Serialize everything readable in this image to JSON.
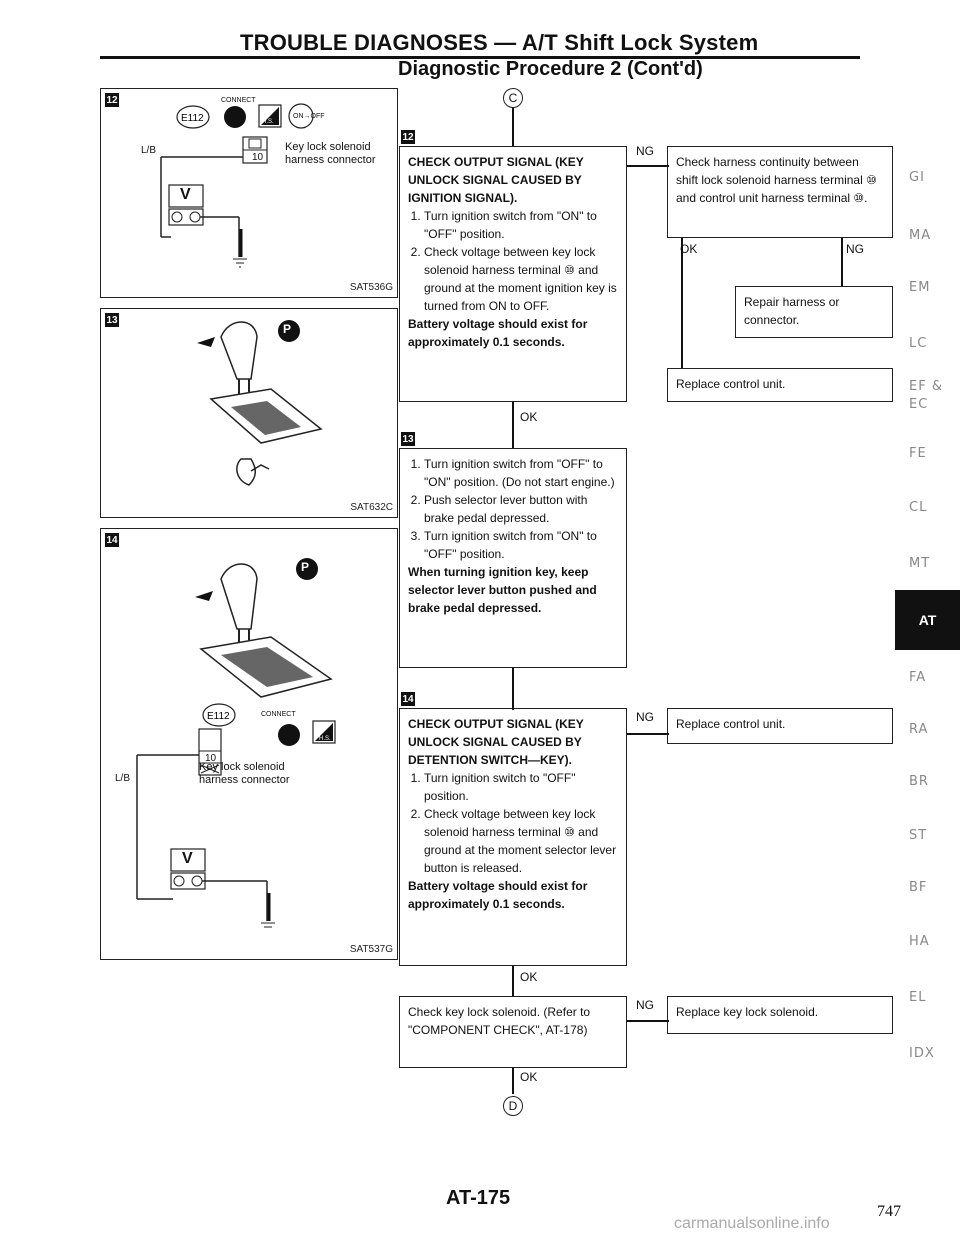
{
  "header": {
    "title": "TROUBLE DIAGNOSES — A/T Shift Lock System",
    "subtitle": "Diagnostic Procedure 2 (Cont'd)"
  },
  "panels": [
    {
      "tag": "12",
      "code": "SAT536G",
      "connect": "CONNECT",
      "connector_id": "E112",
      "wire": "L/B",
      "pin": "10",
      "connector_label": "Key lock solenoid harness connector",
      "meter": "V",
      "ignition": "ON→OFF",
      "hs": "H.S."
    },
    {
      "tag": "13",
      "code": "SAT632C",
      "badge": "P"
    },
    {
      "tag": "14",
      "code": "SAT537G",
      "badge": "P",
      "connect": "CONNECT",
      "connector_id": "E112",
      "wire": "L/B",
      "pin": "10",
      "connector_label": "Key lock solenoid harness connector",
      "meter": "V",
      "hs": "H.S."
    }
  ],
  "flow": {
    "start_marker": "C",
    "end_marker": "D",
    "step12": {
      "tag": "12",
      "heading": "CHECK OUTPUT SIGNAL (KEY UNLOCK SIGNAL CAUSED BY IGNITION SIGNAL).",
      "items": [
        "Turn ignition switch from \"ON\" to \"OFF\" position.",
        "Check voltage between key lock solenoid harness terminal ⑩ and ground at the moment ignition key is turned from ON to OFF."
      ],
      "bold": "Battery voltage should exist for approximately 0.1 seconds."
    },
    "ng1_box": "Check harness continuity between shift lock solenoid harness terminal ⑩ and control unit harness terminal ⑩.",
    "ng1_ok": "OK",
    "ng1_ng": "NG",
    "repair": "Repair harness or connector.",
    "replace_cu1": "Replace control unit.",
    "step13": {
      "tag": "13",
      "items": [
        "Turn ignition switch from \"OFF\" to \"ON\" position. (Do not start engine.)",
        "Push selector lever button with brake pedal depressed.",
        "Turn ignition switch from \"ON\" to \"OFF\" position."
      ],
      "bold": "When turning ignition key, keep selector lever button pushed and brake pedal depressed."
    },
    "step14": {
      "tag": "14",
      "heading": "CHECK OUTPUT SIGNAL (KEY UNLOCK SIGNAL CAUSED BY DETENTION SWITCH—KEY).",
      "items": [
        "Turn ignition switch to \"OFF\" position.",
        "Check voltage between key lock solenoid harness terminal ⑩ and ground at the moment selector lever button is released."
      ],
      "bold": "Battery voltage should exist for approximately 0.1 seconds."
    },
    "replace_cu2": "Replace control unit.",
    "check_solenoid": "Check key lock solenoid. (Refer to \"COMPONENT CHECK\", AT-178)",
    "replace_solenoid": "Replace key lock solenoid.",
    "ok": "OK",
    "ng": "NG"
  },
  "side_index": [
    "GI",
    "MA",
    "EM",
    "LC",
    "EF & EC",
    "FE",
    "CL",
    "MT",
    "AT",
    "FA",
    "RA",
    "BR",
    "ST",
    "BF",
    "HA",
    "EL",
    "IDX"
  ],
  "side_active": "AT",
  "page": {
    "code": "AT-175",
    "number": "747"
  },
  "footer": "carmanualsonline.info"
}
